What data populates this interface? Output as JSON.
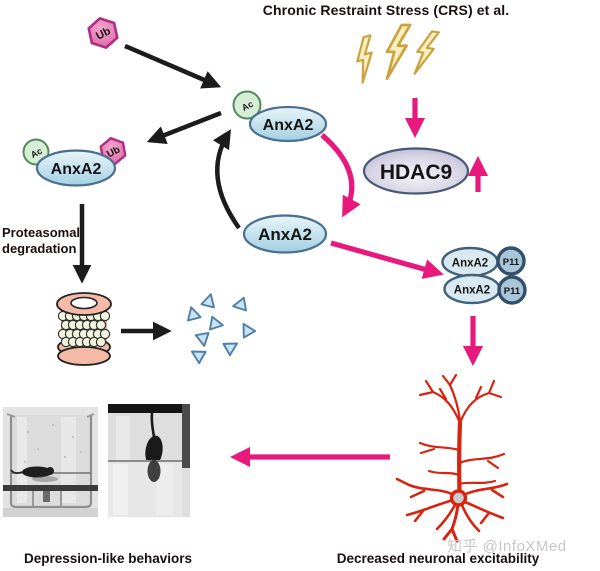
{
  "title": "Chronic Restraint Stress (CRS) et al.",
  "molecules": {
    "ub": "Ub",
    "ac": "Ac",
    "anxa2": "AnxA2",
    "hdac9": "HDAC9",
    "p11": "P11"
  },
  "labels": {
    "proteasomal_line1": "Proteasomal",
    "proteasomal_line2": "degradation",
    "depression_behaviors": "Depression-like behaviors",
    "neuronal_excitability": "Decreased neuronal excitability",
    "watermark": "知乎 @InfoXMed"
  },
  "colors": {
    "accent_pink": "#E8197D",
    "arrow_black": "#1C1C1C",
    "anxa2_fill": "#BCDFEC",
    "anxa2_border": "#4A7090",
    "ac_fill": "#D6EDD6",
    "ac_border": "#55885C",
    "ub_fill": "#E274AC",
    "ub_border": "#AE2E86",
    "hdac9_fill": "#C6C2D8",
    "hdac9_border": "#4A5878",
    "p11_fill": "#A9C6D8",
    "p11_border": "#32506B",
    "lightning_fill": "#F6EFC0",
    "lightning_stroke": "#CDA23F",
    "neuron_red": "#D8230F",
    "triangle_fill": "#CCE3F2",
    "triangle_border": "#4E7FA8",
    "proteasome_salmon": "#F5B9A7",
    "proteasome_bead": "#F2F6DE"
  }
}
